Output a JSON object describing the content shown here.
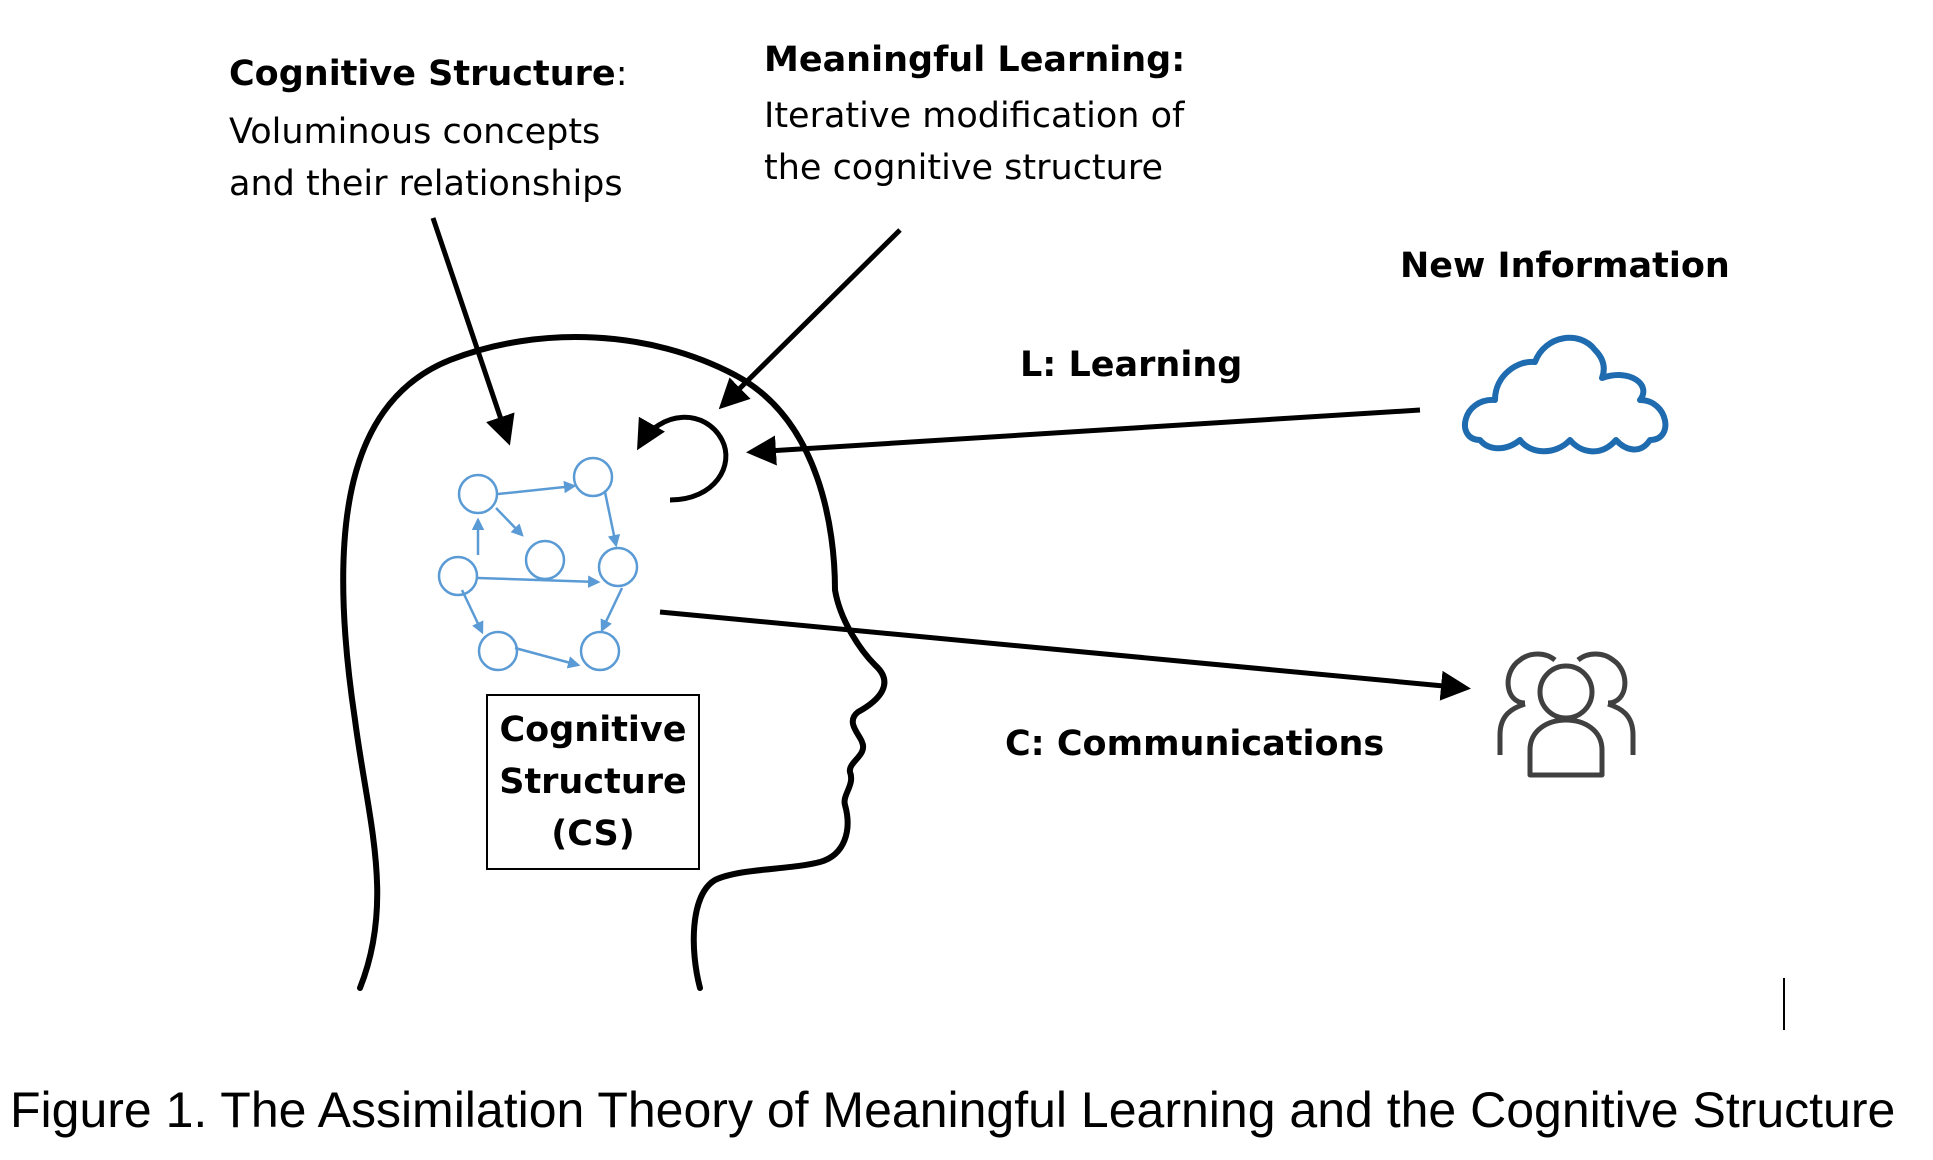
{
  "cognitive_structure_callout": {
    "title": "Cognitive Structure",
    "title_suffix": ":",
    "line1": "Voluminous concepts",
    "line2": "and their relationships"
  },
  "meaningful_learning_callout": {
    "title": "Meaningful Learning:",
    "line1": "Iterative modification of",
    "line2": "the cognitive structure"
  },
  "new_information": {
    "label": "New Information",
    "icon": "cloud-icon"
  },
  "learning_arrow": {
    "label": "L: Learning"
  },
  "communications_arrow": {
    "label": "C: Communications"
  },
  "people_group": {
    "icon": "people-group-icon"
  },
  "cs_box": {
    "label": "Cognitive\nStructure\n(CS)"
  },
  "caption": "Figure 1. The Assimilation Theory of Meaningful Learning and the Cognitive Structure",
  "colors": {
    "line": "#000000",
    "concept_network": "#5b9bd5",
    "cloud": "#1f6bb0",
    "people": "#404040"
  }
}
